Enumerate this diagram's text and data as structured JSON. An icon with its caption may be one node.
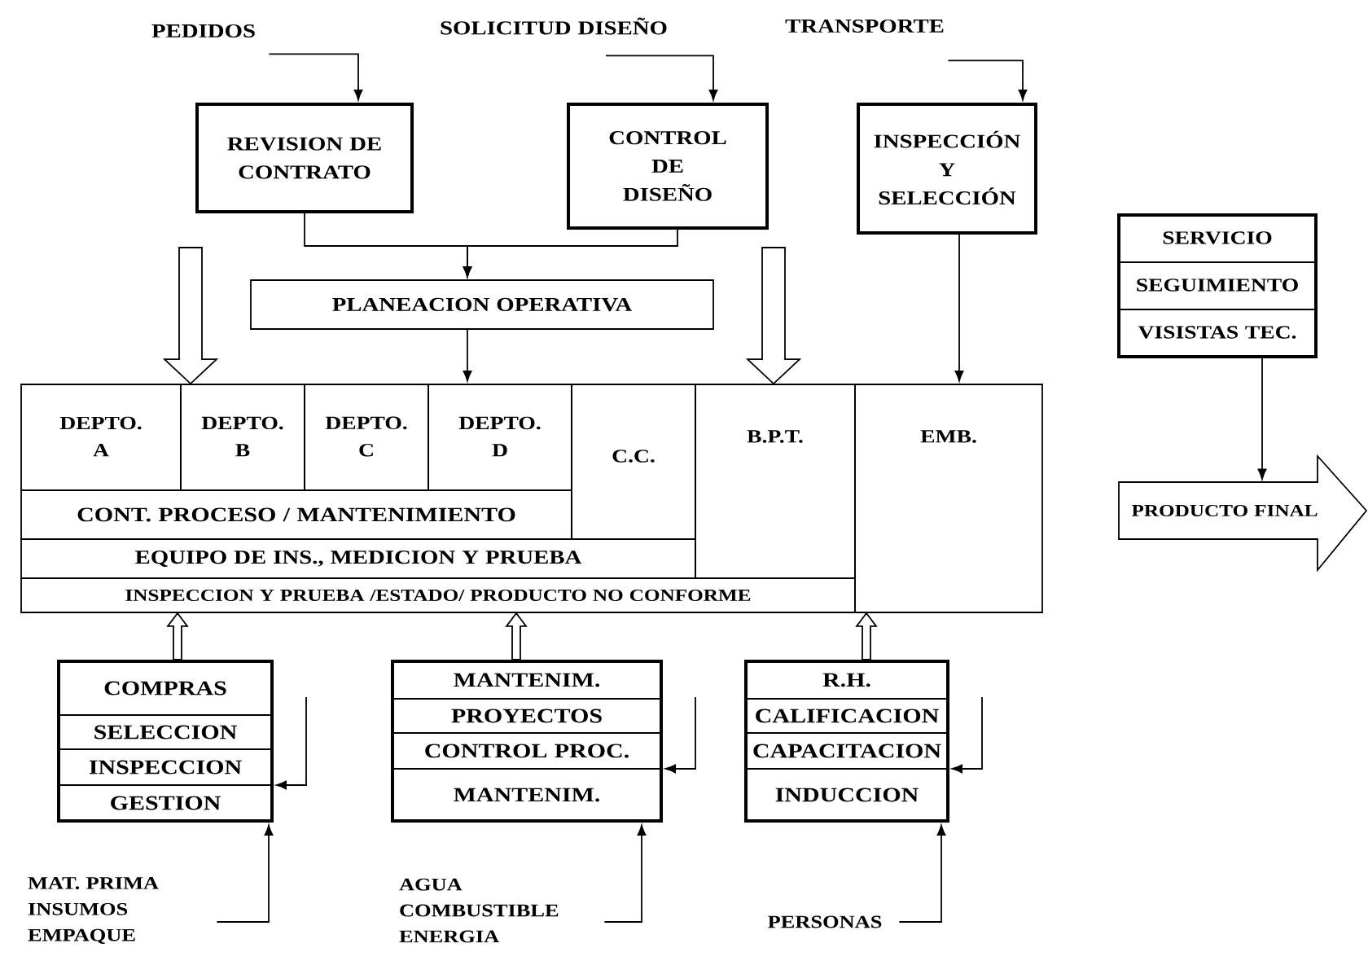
{
  "diagram": {
    "nodes": [
      {
        "text": [
          "PEDIDOS"
        ]
      },
      {
        "text": [
          "REVISION DE CONTRATO"
        ]
      },
      {
        "text": [
          "SOLICITUD DISEÑO"
        ]
      },
      {
        "text": [
          "CONTROL DE DISEÑO"
        ]
      },
      {
        "text": [
          "TRANSPORTE"
        ]
      },
      {
        "text": [
          "INSPECCIÓN Y SELECCIÓN"
        ]
      },
      {
        "text": [
          "SERVICIO",
          "SEGUIMIENTO",
          "VISISTAS TEC."
        ]
      },
      {
        "text": [
          "PLANEACION OPERATIVA"
        ]
      },
      {
        "text": [
          "DEPTO. A"
        ]
      },
      {
        "text": [
          "DEPTO. B"
        ]
      },
      {
        "text": [
          "DEPTO. C"
        ]
      },
      {
        "text": [
          "DEPTO. D"
        ]
      },
      {
        "text": [
          "C.C."
        ]
      },
      {
        "text": [
          "B.P.T."
        ]
      },
      {
        "text": [
          "EMB."
        ]
      },
      {
        "text": [
          "CONT. PROCESO / MANTENIMIENTO"
        ]
      },
      {
        "text": [
          "EQUIPO DE INS., MEDICION Y PRUEBA"
        ]
      },
      {
        "text": [
          "INSPECCION Y PRUEBA /ESTADO/ PRODUCTO NO CONFORME"
        ]
      },
      {
        "text": [
          "PRODUCTO FINAL"
        ]
      },
      {
        "text": [
          "COMPRAS",
          "SELECCION",
          "INSPECCION",
          "GESTION"
        ]
      },
      {
        "text": [
          "MANTENIM.",
          "PROYECTOS",
          "CONTROL PROC.",
          "MANTENIM."
        ]
      },
      {
        "text": [
          "R.H.",
          "CALIFICACION",
          "CAPACITACION",
          "INDUCCION"
        ]
      },
      {
        "text": [
          "MAT. PRIMA INSUMOS EMPAQUE"
        ]
      },
      {
        "text": [
          "AGUA COMBUSTIBLE ENERGIA"
        ]
      },
      {
        "text": [
          "PERSONAS"
        ]
      }
    ],
    "edges": [
      {
        "from": 0,
        "to": 1,
        "arrow": "to"
      },
      {
        "from": 2,
        "to": 3,
        "arrow": "to"
      },
      {
        "from": 4,
        "to": 5,
        "arrow": "to"
      },
      {
        "from": 1,
        "to": 7,
        "arrow": "to"
      },
      {
        "from": 3,
        "to": 7,
        "arrow": "to"
      },
      {
        "from": 7,
        "to": 11,
        "arrow": "to"
      },
      {
        "from": 5,
        "to": 14,
        "arrow": "to"
      },
      {
        "from": 6,
        "to": 18,
        "arrow": "to"
      },
      {
        "from": null,
        "to": 8,
        "arrow": "to"
      },
      {
        "from": null,
        "to": 13,
        "arrow": "to"
      },
      {
        "from": 19,
        "to": 17,
        "arrow": "to"
      },
      {
        "from": 20,
        "to": 17,
        "arrow": "to"
      },
      {
        "from": 21,
        "to": 14,
        "arrow": "to"
      },
      {
        "from": null,
        "to": 19,
        "arrow": "to"
      },
      {
        "from": null,
        "to": 20,
        "arrow": "to"
      },
      {
        "from": null,
        "to": 21,
        "arrow": "to"
      },
      {
        "from": 22,
        "to": 19,
        "arrow": "to"
      },
      {
        "from": 23,
        "to": 20,
        "arrow": "to"
      },
      {
        "from": 24,
        "to": 21,
        "arrow": "to"
      }
    ]
  }
}
